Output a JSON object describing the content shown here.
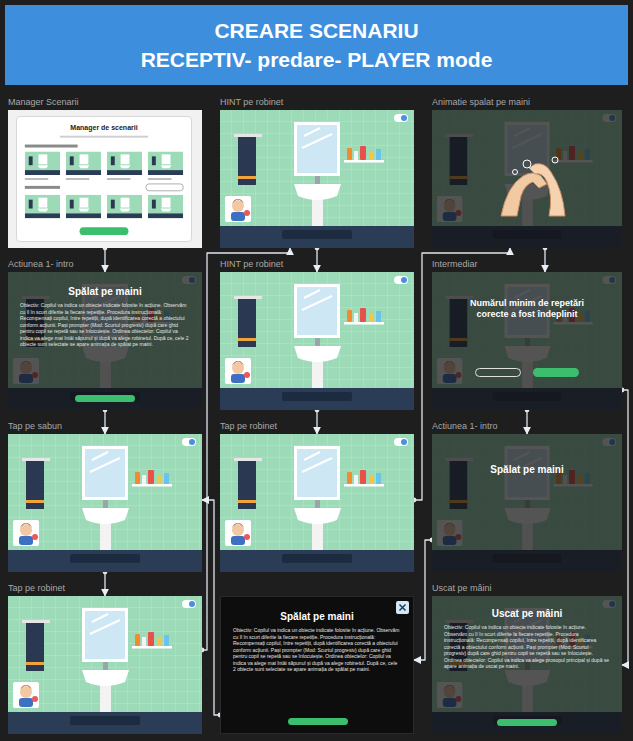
{
  "diagram": {
    "title": "CREARE SCENARIU",
    "nodes": [
      {
        "text": [
          "Manager Scenarii"
        ]
      },
      {
        "text": [
          "Manager de scenarii"
        ],
        "in": 0
      },
      {
        "text": [
          "HINT pe robinet"
        ]
      },
      {
        "text": [
          "Animatie spalat pe maini"
        ]
      },
      {
        "text": [
          "Actiunea 1- intro",
          "Spălat pe maini",
          "Obiectiv: Copilul va indica un obiecte indicate folosite în acțiune. Observăm cu îl în scurt diferite la fiecare repetiție. Procedura instrucțională: Recompensați copilul, între repetiții, după identificarea corectă a obiectului conform acțiunii. Pași prompter (Mod: Scurtul progresiv) după care ghid pentru copil se repetă sau se înlocuiește. Ordinea obiectelor: Copilul va indica va alege mai întâi săpunul și după va alege robinetul. După ce, cele 2 obiecte sunt selectate se apare animația de spălat pe maini."
        ]
      },
      {
        "text": [
          "HINT pe robinet"
        ]
      },
      {
        "text": [
          "Intermediar",
          "Numărul minim de repetări corecte a fost îndeplinit"
        ]
      },
      {
        "text": [
          "Tap pe sabun"
        ]
      },
      {
        "text": [
          "Tap pe robinet"
        ]
      },
      {
        "text": [
          "Actiunea 1- intro",
          "Spălat pe maini"
        ]
      },
      {
        "text": [
          "Tap pe robinet"
        ]
      },
      {
        "text": [
          "Spălat pe maini",
          "Obiectiv: Copilul va indica un obiecte indicate folosite în acțiune. Observăm cu îl în scurt diferite la fiecare repetiție. Procedura instrucțională: Recompensați copilul, între repetiții, după identificarea corectă a obiectului conform acțiunii. Pași prompter (Mod: Scurtul progresiv) după care ghid pentru copil se repetă sau se înlocuiește. Ordinea obiectelor: Copilul va indica va alege mai întâi săpunul și după va alege robinetul. După ce, cele 2 obiecte sunt selectate se apare animația de spălat pe maini."
        ]
      },
      {
        "text": [
          "Uscat pe mâini",
          "Uscat pe mâini",
          "Obiectiv: Copilul va indica un obiecte indicate folosite în acțiune. Observăm cu îl în scurt diferite la fiecare repetiție. Procedura instrucțională: Recompensați copilul, între repetiții, după identificarea corectă a obiectului conform acțiunii. Pași prompter (Mod: Scurtul progresiv) după care ghid pentru copil se repetă sau se înlocuiește. Ordinea obiectelor: Copilul va indica va alege prosopul principal și după se apare animația de uscat pe maini."
        ]
      }
    ],
    "edges": [
      {
        "from": 0,
        "to": 4,
        "arrow": "to"
      },
      {
        "from": 4,
        "to": 7,
        "arrow": "to"
      },
      {
        "from": 7,
        "to": 10,
        "arrow": "to"
      },
      {
        "from": 10,
        "to": 2,
        "arrow": "to"
      },
      {
        "from": 2,
        "to": 5,
        "arrow": "to"
      },
      {
        "from": 5,
        "to": 8,
        "arrow": "to"
      },
      {
        "from": 8,
        "to": 3,
        "arrow": "to"
      },
      {
        "from": 3,
        "to": 6,
        "arrow": "to"
      },
      {
        "from": 6,
        "to": 9,
        "arrow": "to"
      },
      {
        "from": 6,
        "to": 12,
        "arrow": "to"
      },
      {
        "from": 9,
        "to": 11,
        "arrow": "to"
      },
      {
        "from": 11,
        "to": 7,
        "arrow": "to"
      }
    ],
    "labels": [
      "RECEPTIV- predare- PLAYER mode"
    ]
  }
}
